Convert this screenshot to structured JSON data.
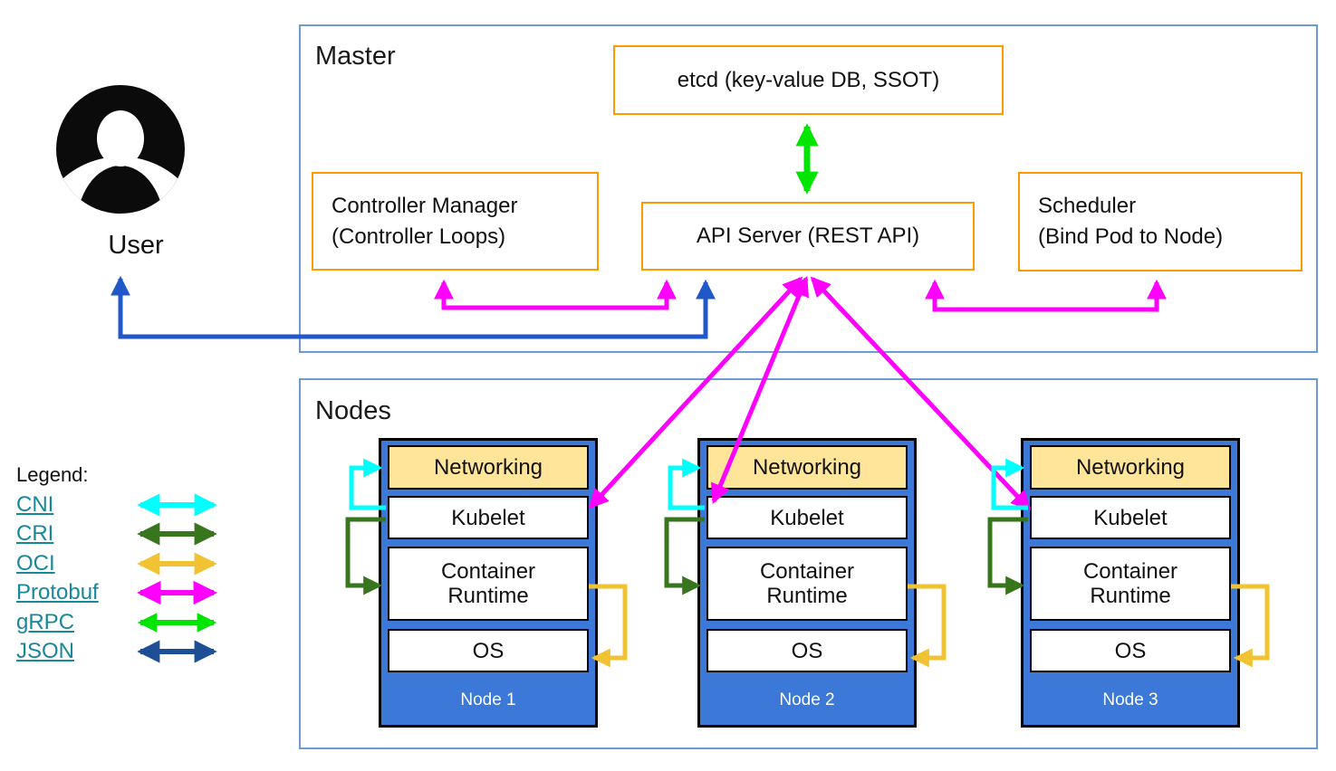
{
  "master": {
    "title": "Master",
    "boxes": {
      "etcd": "etcd (key-value DB, SSOT)",
      "controller_manager": [
        "Controller Manager",
        "(Controller Loops)"
      ],
      "api_server": "API Server (REST API)",
      "scheduler": [
        "Scheduler",
        "(Bind Pod to Node)"
      ]
    }
  },
  "user": {
    "label": "User"
  },
  "nodes": {
    "title": "Nodes",
    "stacks": [
      {
        "networking": "Networking",
        "kubelet": "Kubelet",
        "runtime": [
          "Container",
          "Runtime"
        ],
        "os": "OS",
        "label": "Node 1"
      },
      {
        "networking": "Networking",
        "kubelet": "Kubelet",
        "runtime": [
          "Container",
          "Runtime"
        ],
        "os": "OS",
        "label": "Node 2"
      },
      {
        "networking": "Networking",
        "kubelet": "Kubelet",
        "runtime": [
          "Container",
          "Runtime"
        ],
        "os": "OS",
        "label": "Node 3"
      }
    ]
  },
  "legend": {
    "title": "Legend:",
    "items": [
      {
        "label": "CNI",
        "color": "#00ffff"
      },
      {
        "label": "CRI",
        "color": "#38761d"
      },
      {
        "label": "OCI",
        "color": "#f1c232"
      },
      {
        "label": "Protobuf",
        "color": "#ff00ff"
      },
      {
        "label": "gRPC",
        "color": "#00e400"
      },
      {
        "label": "JSON",
        "color": "#1c4f96"
      }
    ]
  },
  "colors": {
    "panel_border": "#6f9bcf",
    "component_border": "#ff9900",
    "node_fill": "#3c78d8",
    "networking_fill": "#ffe599",
    "legend_link_text": "#17879c",
    "protobuf": "#ff00ff",
    "grpc": "#00e400",
    "cni": "#00ffff",
    "cri": "#38761d",
    "oci": "#f1c232",
    "json_legend": "#1c4f96",
    "user_json": "#2158c9"
  }
}
